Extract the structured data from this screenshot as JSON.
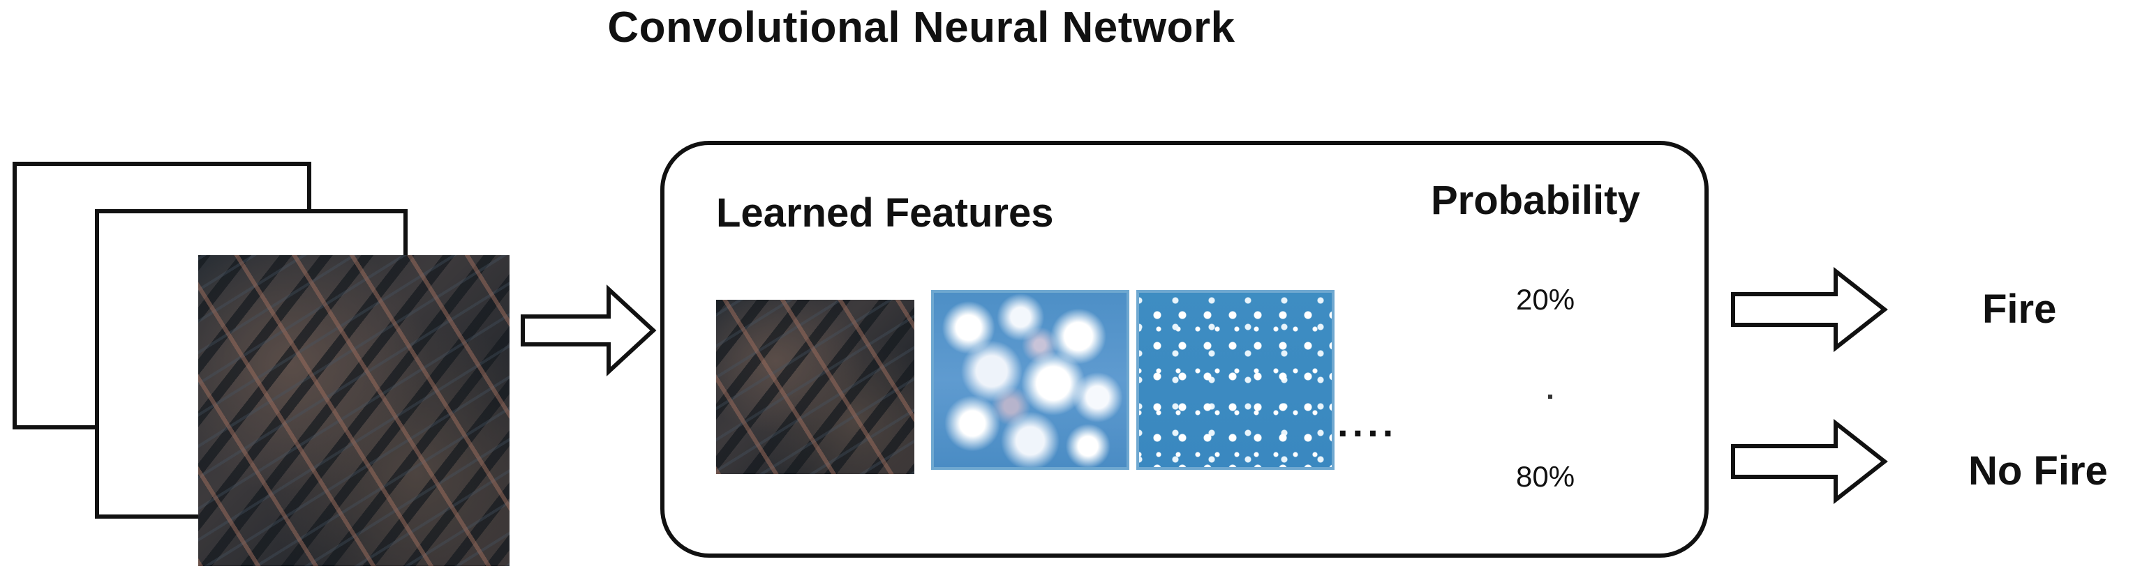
{
  "title": "Convolutional Neural Network",
  "cnn": {
    "features_label": "Learned Features",
    "probability_label": "Probability",
    "ellipsis": "....",
    "prob_top": "20%",
    "prob_bottom": "80%"
  },
  "outputs": {
    "fire": "Fire",
    "no_fire": "No Fire"
  },
  "colors": {
    "stroke": "#111111",
    "feature_blue": "#3a88c0"
  },
  "icons": {
    "input_arrow": "hollow-right-arrow",
    "output_arrows": "hollow-right-arrow"
  }
}
